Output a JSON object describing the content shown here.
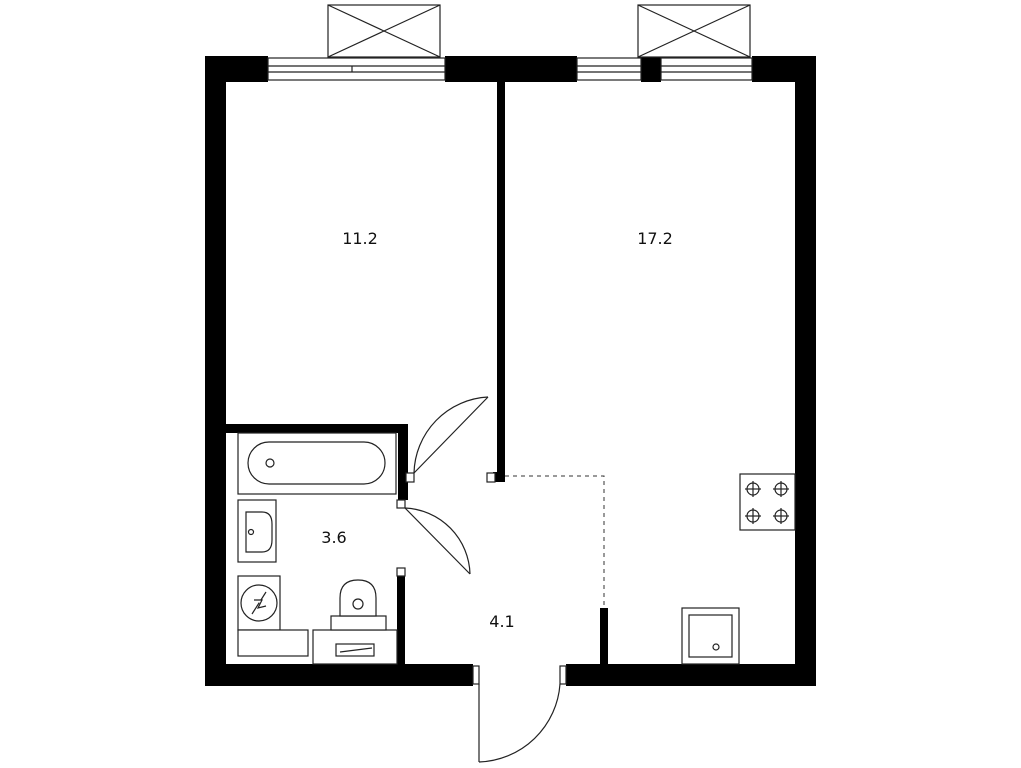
{
  "floor_plan": {
    "rooms": [
      {
        "id": "room-left",
        "area": "11.2"
      },
      {
        "id": "room-right",
        "area": "17.2"
      },
      {
        "id": "room-bathroom",
        "area": "3.6"
      },
      {
        "id": "room-hallway",
        "area": "4.1"
      }
    ],
    "colors": {
      "wall": "#000000",
      "line": "#222222",
      "background": "#ffffff"
    }
  }
}
